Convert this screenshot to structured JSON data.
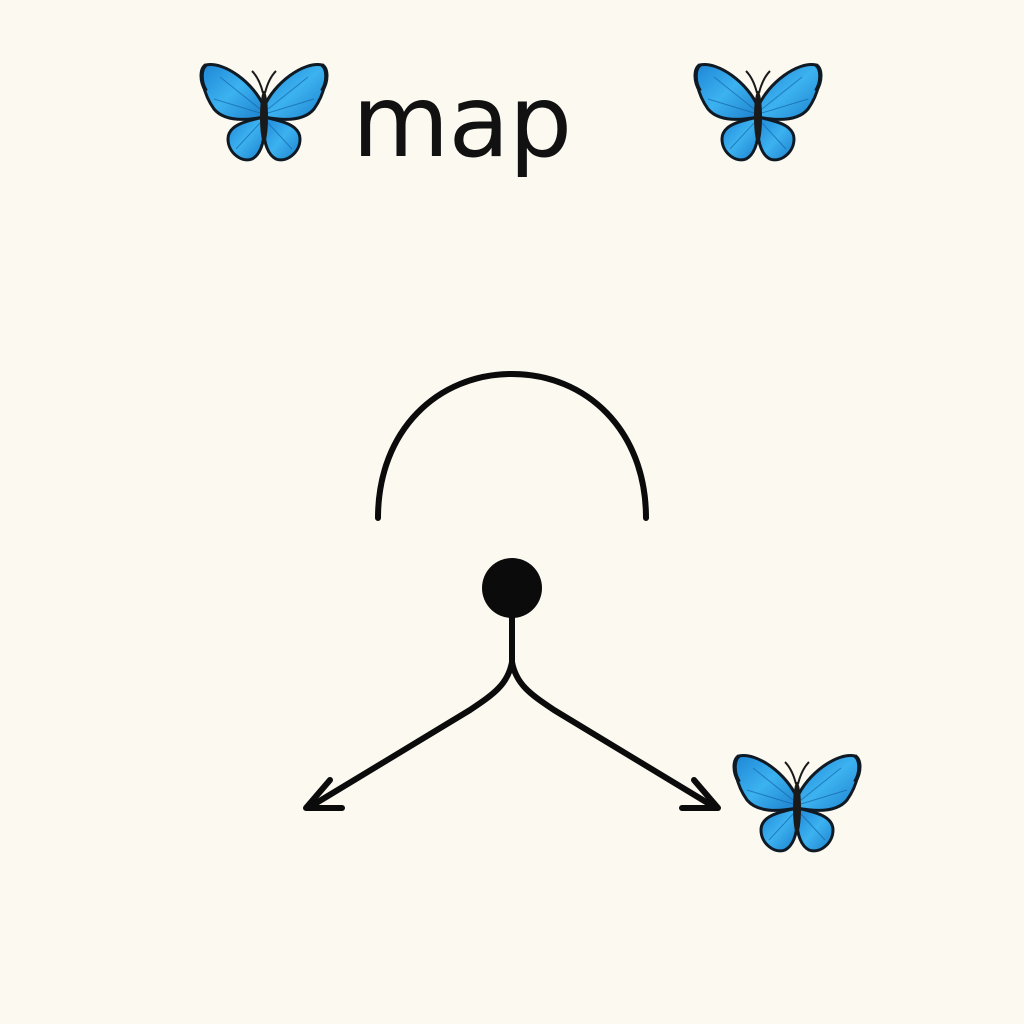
{
  "page": {
    "background": "#FCF9F0",
    "title": "map",
    "ink_color": "#0B0B0B",
    "butterfly_color": "#2A9FE6",
    "butterfly_edge_color": "#0F1A24"
  },
  "icons": {
    "top_left": "butterfly-icon",
    "top_right": "butterfly-icon",
    "target": "butterfly-icon"
  },
  "diagram": {
    "elements": [
      "arc",
      "source-dot",
      "stem",
      "left-arrow",
      "right-arrow"
    ]
  }
}
